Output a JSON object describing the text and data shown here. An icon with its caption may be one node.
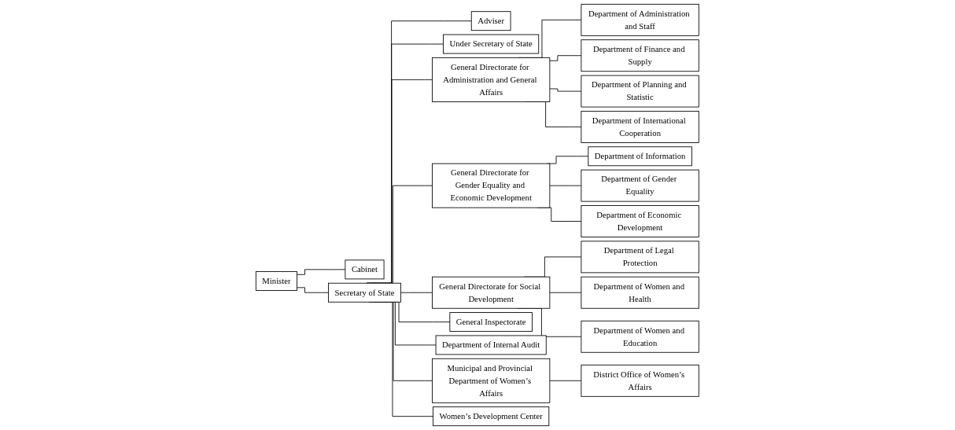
{
  "diagram": {
    "nodes": [
      {
        "text": [
          "Minister"
        ]
      },
      {
        "text": [
          "Cabinet"
        ]
      },
      {
        "text": [
          "Secretary of State"
        ]
      },
      {
        "text": [
          "Adviser"
        ]
      },
      {
        "text": [
          "Under Secretary of State"
        ]
      },
      {
        "text": [
          "General Directorate for Administration and General Affairs"
        ]
      },
      {
        "text": [
          "Department of Administration and Staff"
        ]
      },
      {
        "text": [
          "Department of Finance and Supply"
        ]
      },
      {
        "text": [
          "Department of Planning and Statistic"
        ]
      },
      {
        "text": [
          "Department of International Cooperation"
        ]
      },
      {
        "text": [
          "General Directorate for Gender Equality and Economic Development"
        ]
      },
      {
        "text": [
          "Department of Information"
        ]
      },
      {
        "text": [
          "Department of Gender Equality"
        ]
      },
      {
        "text": [
          "Department of Economic Development"
        ]
      },
      {
        "text": [
          "General Directorate for Social Development"
        ]
      },
      {
        "text": [
          "Department of Legal Protection"
        ]
      },
      {
        "text": [
          "Department of Women and Health"
        ]
      },
      {
        "text": [
          "Department of Women and Education"
        ]
      },
      {
        "text": [
          "General Inspectorate"
        ]
      },
      {
        "text": [
          "Department of Internal Audit"
        ]
      },
      {
        "text": [
          "Municipal and Provincial Department of Women’s Affairs"
        ]
      },
      {
        "text": [
          "District Office of Women’s Affairs"
        ]
      },
      {
        "text": [
          "Women’s Development Center"
        ]
      }
    ],
    "edges": [
      {
        "from": 0,
        "to": 1,
        "arrow": "none"
      },
      {
        "from": 0,
        "to": 2,
        "arrow": "none"
      },
      {
        "from": 2,
        "to": 3,
        "arrow": "none"
      },
      {
        "from": 2,
        "to": 4,
        "arrow": "none"
      },
      {
        "from": 2,
        "to": 5,
        "arrow": "none"
      },
      {
        "from": 2,
        "to": 10,
        "arrow": "none"
      },
      {
        "from": 2,
        "to": 14,
        "arrow": "none"
      },
      {
        "from": 2,
        "to": 18,
        "arrow": "none"
      },
      {
        "from": 2,
        "to": 19,
        "arrow": "none"
      },
      {
        "from": 2,
        "to": 20,
        "arrow": "none"
      },
      {
        "from": 2,
        "to": 22,
        "arrow": "none"
      },
      {
        "from": 5,
        "to": 6,
        "arrow": "none"
      },
      {
        "from": 5,
        "to": 7,
        "arrow": "none"
      },
      {
        "from": 5,
        "to": 8,
        "arrow": "none"
      },
      {
        "from": 5,
        "to": 9,
        "arrow": "none"
      },
      {
        "from": 10,
        "to": 11,
        "arrow": "none"
      },
      {
        "from": 10,
        "to": 12,
        "arrow": "none"
      },
      {
        "from": 10,
        "to": 13,
        "arrow": "none"
      },
      {
        "from": 14,
        "to": 15,
        "arrow": "none"
      },
      {
        "from": 14,
        "to": 16,
        "arrow": "none"
      },
      {
        "from": 14,
        "to": 17,
        "arrow": "none"
      },
      {
        "from": 20,
        "to": 21,
        "arrow": "none"
      }
    ]
  }
}
